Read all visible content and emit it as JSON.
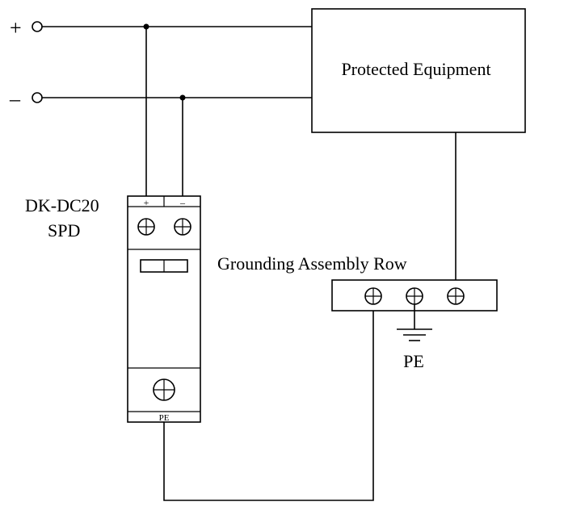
{
  "terminals": {
    "positive": "+",
    "negative": "–"
  },
  "equipment": {
    "label": "Protected Equipment"
  },
  "spd": {
    "model": "DK-DC20",
    "type": "SPD",
    "top_plus": "+",
    "top_minus": "–",
    "bottom_label": "PE"
  },
  "grounding": {
    "label": "Grounding Assembly Row",
    "pe_label": "PE"
  }
}
